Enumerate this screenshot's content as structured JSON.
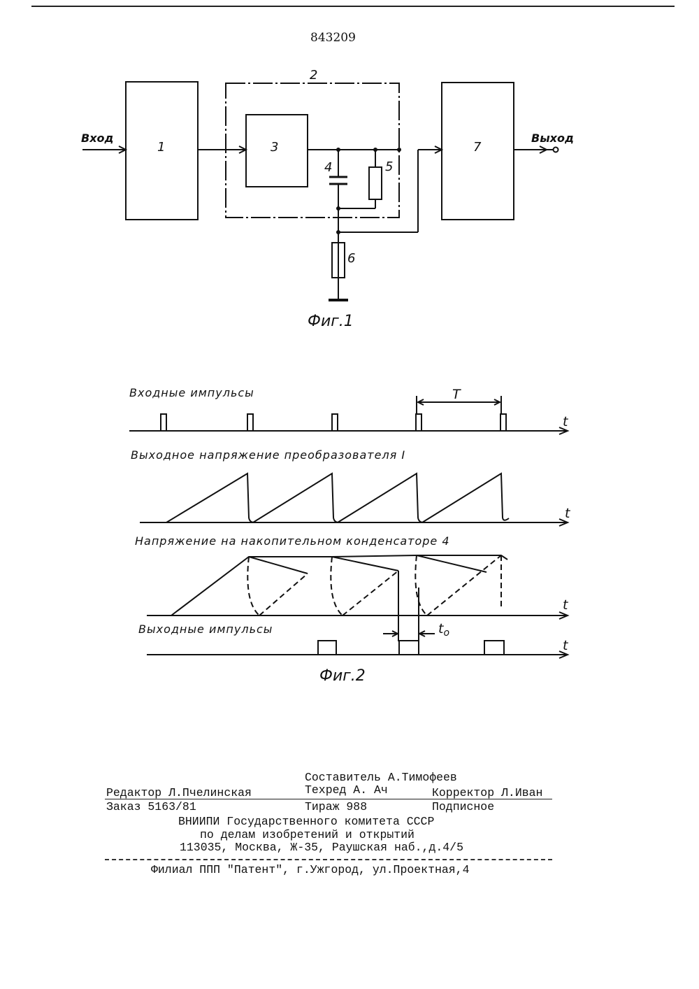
{
  "patent_number": "843209",
  "fig1": {
    "caption": "Фиг.1",
    "input_label": "Вход",
    "output_label": "Выход",
    "block_labels": [
      "1",
      "2",
      "3",
      "4",
      "5",
      "6",
      "7"
    ]
  },
  "fig2": {
    "caption": "Фиг.2",
    "traces": [
      "Входные импульсы",
      "Выходное напряжение преобразователя I",
      "Напряжение на накопительном конденсаторе 4",
      "Выходные импульсы"
    ],
    "axis_label": "t",
    "period_label": "T",
    "delay_label": "t",
    "delay_subscript": "o"
  },
  "footer": {
    "compiler": "Составитель А.Тимофеев",
    "editor": "Редактор Л.Пчелинская",
    "techred": "Техред А. Ач",
    "corrector": "Корректор Л.Иван",
    "order": "Заказ 5163/81",
    "circulation": "Тираж 988",
    "subscription": "Подписное",
    "org_line1": "ВНИИПИ Государственного комитета СССР",
    "org_line2": "по делам изобретений и открытий",
    "org_line3": "113035, Москва, Ж-35, Раушская наб.,д.4/5",
    "branch": "Филиал ППП \"Патент\", г.Ужгород, ул.Проектная,4"
  }
}
